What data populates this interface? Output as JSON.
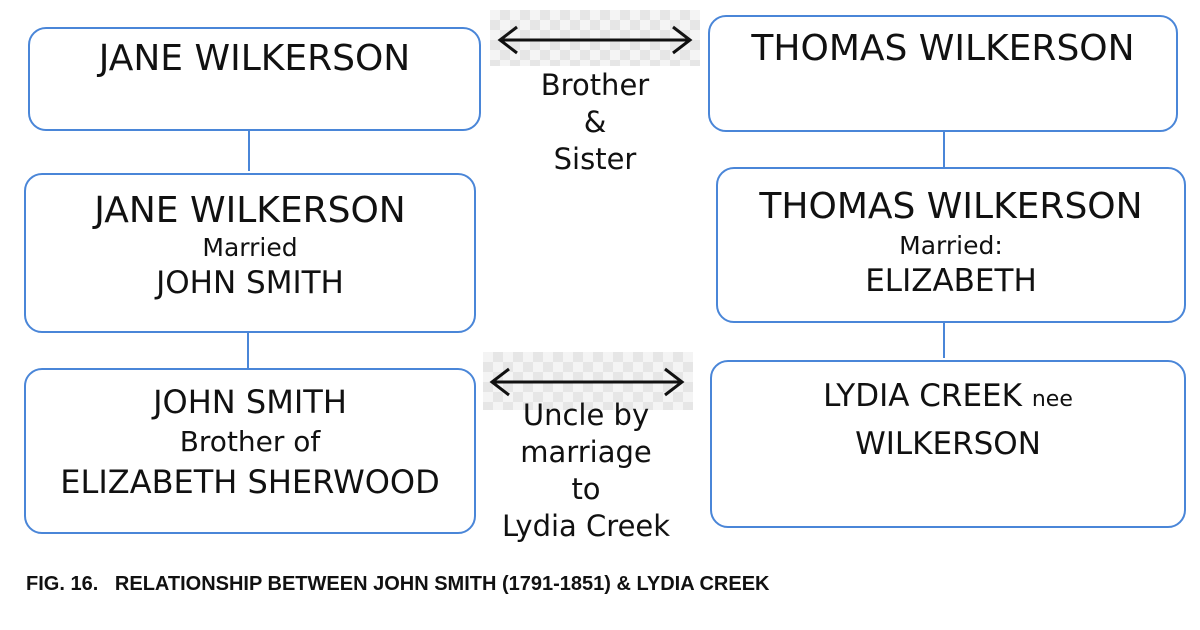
{
  "left": {
    "box1": {
      "name": "JANE WILKERSON"
    },
    "box2": {
      "name": "JANE WILKERSON",
      "relation": "Married",
      "spouse": "JOHN SMITH"
    },
    "box3": {
      "name": "JOHN SMITH",
      "relation": "Brother of",
      "other": "ELIZABETH SHERWOOD"
    }
  },
  "right": {
    "box1": {
      "name": "THOMAS WILKERSON"
    },
    "box2": {
      "name": "THOMAS WILKERSON",
      "relation": "Married:",
      "spouse": "ELIZABETH"
    },
    "box3": {
      "name": "LYDIA CREEK",
      "nee": "nee",
      "surname": "WILKERSON"
    }
  },
  "links": {
    "top": [
      "Brother",
      "&",
      "Sister"
    ],
    "bottom": [
      "Uncle by",
      "marriage",
      "to",
      "Lydia Creek"
    ]
  },
  "caption": "FIG. 16.   RELATIONSHIP BETWEEN JOHN SMITH (1791-1851) & LYDIA CREEK",
  "colors": {
    "box_border": "#4a86d8",
    "text": "#111111"
  }
}
